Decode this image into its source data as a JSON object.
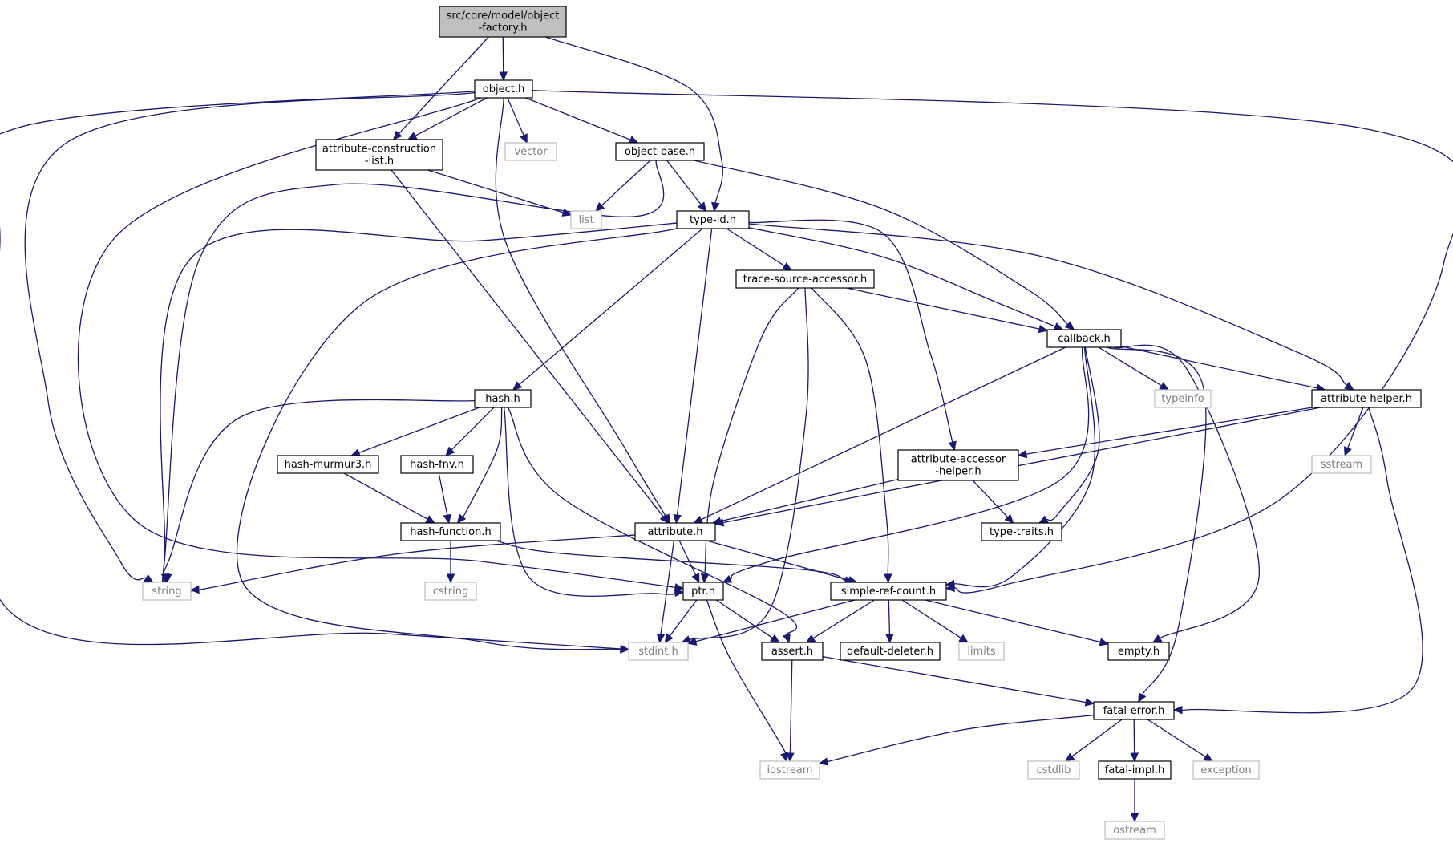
{
  "diagram": {
    "type": "include-dependency-graph",
    "colors": {
      "edge": "#191970",
      "root_fill": "#bfbfbf",
      "node_border": "#000000",
      "node_fill": "#ffffff",
      "external_border": "#bfbfbf",
      "external_text": "#7f7f7f",
      "text": "#000000"
    },
    "nodes": [
      {
        "id": "object-factory",
        "lines": [
          "src/core/model/object",
          "-factory.h"
        ],
        "kind": "root"
      },
      {
        "id": "object",
        "lines": [
          "object.h"
        ],
        "kind": "header"
      },
      {
        "id": "attribute-construction-list",
        "lines": [
          "attribute-construction",
          "-list.h"
        ],
        "kind": "header"
      },
      {
        "id": "vector",
        "lines": [
          "vector"
        ],
        "kind": "external"
      },
      {
        "id": "object-base",
        "lines": [
          "object-base.h"
        ],
        "kind": "header"
      },
      {
        "id": "list",
        "lines": [
          "list"
        ],
        "kind": "external"
      },
      {
        "id": "type-id",
        "lines": [
          "type-id.h"
        ],
        "kind": "header"
      },
      {
        "id": "trace-source-accessor",
        "lines": [
          "trace-source-accessor.h"
        ],
        "kind": "header"
      },
      {
        "id": "callback",
        "lines": [
          "callback.h"
        ],
        "kind": "header"
      },
      {
        "id": "hash",
        "lines": [
          "hash.h"
        ],
        "kind": "header"
      },
      {
        "id": "typeinfo",
        "lines": [
          "typeinfo"
        ],
        "kind": "external"
      },
      {
        "id": "attribute-helper",
        "lines": [
          "attribute-helper.h"
        ],
        "kind": "header"
      },
      {
        "id": "hash-murmur3",
        "lines": [
          "hash-murmur3.h"
        ],
        "kind": "header"
      },
      {
        "id": "hash-fnv",
        "lines": [
          "hash-fnv.h"
        ],
        "kind": "header"
      },
      {
        "id": "attribute-accessor-helper",
        "lines": [
          "attribute-accessor",
          "-helper.h"
        ],
        "kind": "header"
      },
      {
        "id": "sstream",
        "lines": [
          "sstream"
        ],
        "kind": "external"
      },
      {
        "id": "hash-function",
        "lines": [
          "hash-function.h"
        ],
        "kind": "header"
      },
      {
        "id": "attribute",
        "lines": [
          "attribute.h"
        ],
        "kind": "header"
      },
      {
        "id": "type-traits",
        "lines": [
          "type-traits.h"
        ],
        "kind": "header"
      },
      {
        "id": "string",
        "lines": [
          "string"
        ],
        "kind": "external"
      },
      {
        "id": "cstring",
        "lines": [
          "cstring"
        ],
        "kind": "external"
      },
      {
        "id": "ptr",
        "lines": [
          "ptr.h"
        ],
        "kind": "header"
      },
      {
        "id": "simple-ref-count",
        "lines": [
          "simple-ref-count.h"
        ],
        "kind": "header"
      },
      {
        "id": "stdint",
        "lines": [
          "stdint.h"
        ],
        "kind": "external"
      },
      {
        "id": "assert",
        "lines": [
          "assert.h"
        ],
        "kind": "header"
      },
      {
        "id": "default-deleter",
        "lines": [
          "default-deleter.h"
        ],
        "kind": "header"
      },
      {
        "id": "limits",
        "lines": [
          "limits"
        ],
        "kind": "external"
      },
      {
        "id": "empty",
        "lines": [
          "empty.h"
        ],
        "kind": "header"
      },
      {
        "id": "fatal-error",
        "lines": [
          "fatal-error.h"
        ],
        "kind": "header"
      },
      {
        "id": "iostream",
        "lines": [
          "iostream"
        ],
        "kind": "external"
      },
      {
        "id": "cstdlib",
        "lines": [
          "cstdlib"
        ],
        "kind": "external"
      },
      {
        "id": "fatal-impl",
        "lines": [
          "fatal-impl.h"
        ],
        "kind": "header"
      },
      {
        "id": "exception",
        "lines": [
          "exception"
        ],
        "kind": "external"
      },
      {
        "id": "ostream",
        "lines": [
          "ostream"
        ],
        "kind": "external"
      }
    ],
    "edges": [
      [
        "object-factory",
        "object"
      ],
      [
        "object-factory",
        "attribute-construction-list"
      ],
      [
        "object-factory",
        "type-id"
      ],
      [
        "object",
        "attribute-construction-list"
      ],
      [
        "object",
        "vector"
      ],
      [
        "object",
        "object-base"
      ],
      [
        "object",
        "attribute"
      ],
      [
        "object",
        "string"
      ],
      [
        "object",
        "stdint"
      ],
      [
        "object",
        "ptr"
      ],
      [
        "object",
        "simple-ref-count"
      ],
      [
        "attribute-construction-list",
        "list"
      ],
      [
        "attribute-construction-list",
        "attribute"
      ],
      [
        "object-base",
        "list"
      ],
      [
        "object-base",
        "type-id"
      ],
      [
        "object-base",
        "callback"
      ],
      [
        "object-base",
        "string"
      ],
      [
        "type-id",
        "trace-source-accessor"
      ],
      [
        "type-id",
        "callback"
      ],
      [
        "type-id",
        "attribute-helper"
      ],
      [
        "type-id",
        "attribute-accessor-helper"
      ],
      [
        "type-id",
        "hash"
      ],
      [
        "type-id",
        "attribute"
      ],
      [
        "type-id",
        "string"
      ],
      [
        "type-id",
        "stdint"
      ],
      [
        "trace-source-accessor",
        "callback"
      ],
      [
        "trace-source-accessor",
        "ptr"
      ],
      [
        "trace-source-accessor",
        "simple-ref-count"
      ],
      [
        "trace-source-accessor",
        "stdint"
      ],
      [
        "callback",
        "typeinfo"
      ],
      [
        "callback",
        "attribute-helper"
      ],
      [
        "callback",
        "attribute"
      ],
      [
        "callback",
        "ptr"
      ],
      [
        "callback",
        "type-traits"
      ],
      [
        "callback",
        "simple-ref-count"
      ],
      [
        "callback",
        "empty"
      ],
      [
        "callback",
        "fatal-error"
      ],
      [
        "hash",
        "hash-murmur3"
      ],
      [
        "hash",
        "hash-fnv"
      ],
      [
        "hash",
        "hash-function"
      ],
      [
        "hash",
        "string"
      ],
      [
        "hash",
        "ptr"
      ],
      [
        "hash",
        "assert"
      ],
      [
        "attribute-helper",
        "attribute-accessor-helper"
      ],
      [
        "attribute-helper",
        "sstream"
      ],
      [
        "attribute-helper",
        "attribute"
      ],
      [
        "attribute-helper",
        "fatal-error"
      ],
      [
        "hash-murmur3",
        "hash-function"
      ],
      [
        "hash-fnv",
        "hash-function"
      ],
      [
        "attribute-accessor-helper",
        "attribute"
      ],
      [
        "attribute-accessor-helper",
        "type-traits"
      ],
      [
        "hash-function",
        "cstring"
      ],
      [
        "hash-function",
        "simple-ref-count"
      ],
      [
        "attribute",
        "string"
      ],
      [
        "attribute",
        "ptr"
      ],
      [
        "attribute",
        "stdint"
      ],
      [
        "attribute",
        "simple-ref-count"
      ],
      [
        "ptr",
        "stdint"
      ],
      [
        "ptr",
        "assert"
      ],
      [
        "ptr",
        "iostream"
      ],
      [
        "simple-ref-count",
        "stdint"
      ],
      [
        "simple-ref-count",
        "assert"
      ],
      [
        "simple-ref-count",
        "default-deleter"
      ],
      [
        "simple-ref-count",
        "limits"
      ],
      [
        "simple-ref-count",
        "empty"
      ],
      [
        "assert",
        "iostream"
      ],
      [
        "assert",
        "fatal-error"
      ],
      [
        "fatal-error",
        "iostream"
      ],
      [
        "fatal-error",
        "cstdlib"
      ],
      [
        "fatal-error",
        "fatal-impl"
      ],
      [
        "fatal-error",
        "exception"
      ],
      [
        "fatal-impl",
        "ostream"
      ]
    ]
  }
}
